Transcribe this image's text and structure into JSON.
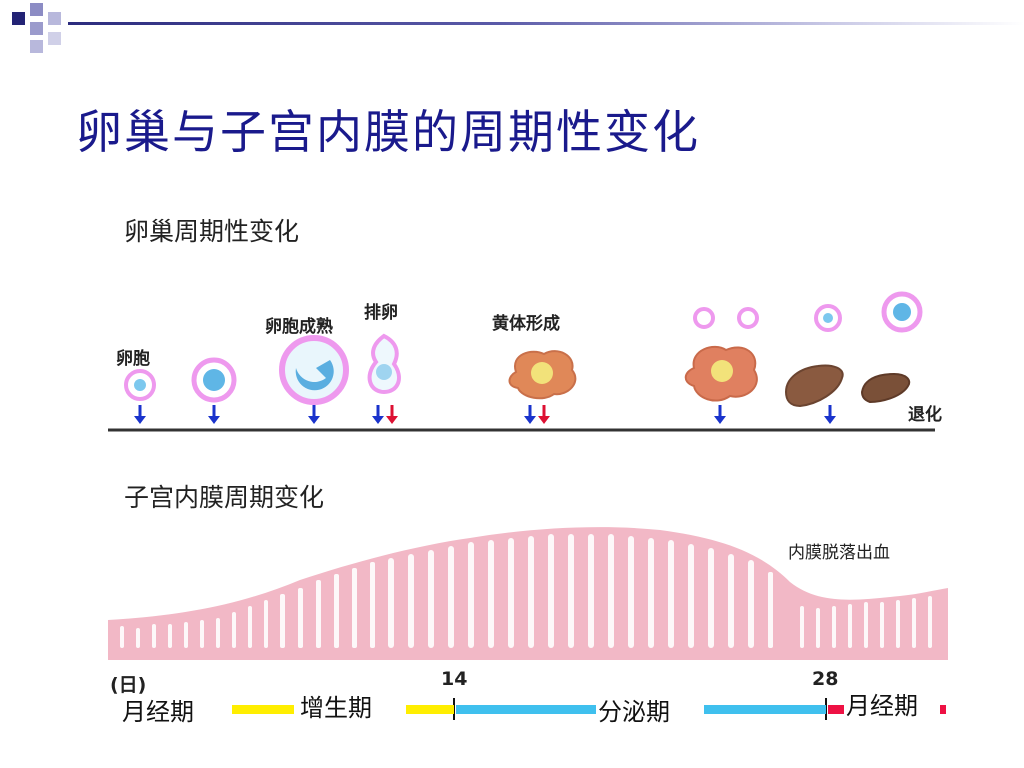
{
  "slide": {
    "title": "卵巢与子宫内膜的周期性变化"
  },
  "ovary": {
    "heading": "卵巢周期性变化",
    "labels": {
      "egg": "卵胞",
      "mature": "卵胞成熟",
      "ovulation": "排卵",
      "corpus_luteum": "黄体形成",
      "regression": "退化"
    }
  },
  "endometrium": {
    "heading": "子宫内膜周期变化",
    "shedding_label": "内膜脱落出血"
  },
  "timeline": {
    "unit": "(日)",
    "day14": "14",
    "day28": "28",
    "phases": {
      "menstrual_start": "月经期",
      "proliferative": "增生期",
      "secretory": "分泌期",
      "menstrual_end": "月经期"
    },
    "colors": {
      "proliferative": "#ffee00",
      "secretory": "#3fc0ee",
      "menstrual": "#ee1144"
    }
  },
  "colors": {
    "title": "#1a1a8c",
    "tissue": "#f2b8c6",
    "follicle_ring": "#ee99ee",
    "down_arrow": "#1a33cc",
    "red_arrow": "#dd1133"
  }
}
